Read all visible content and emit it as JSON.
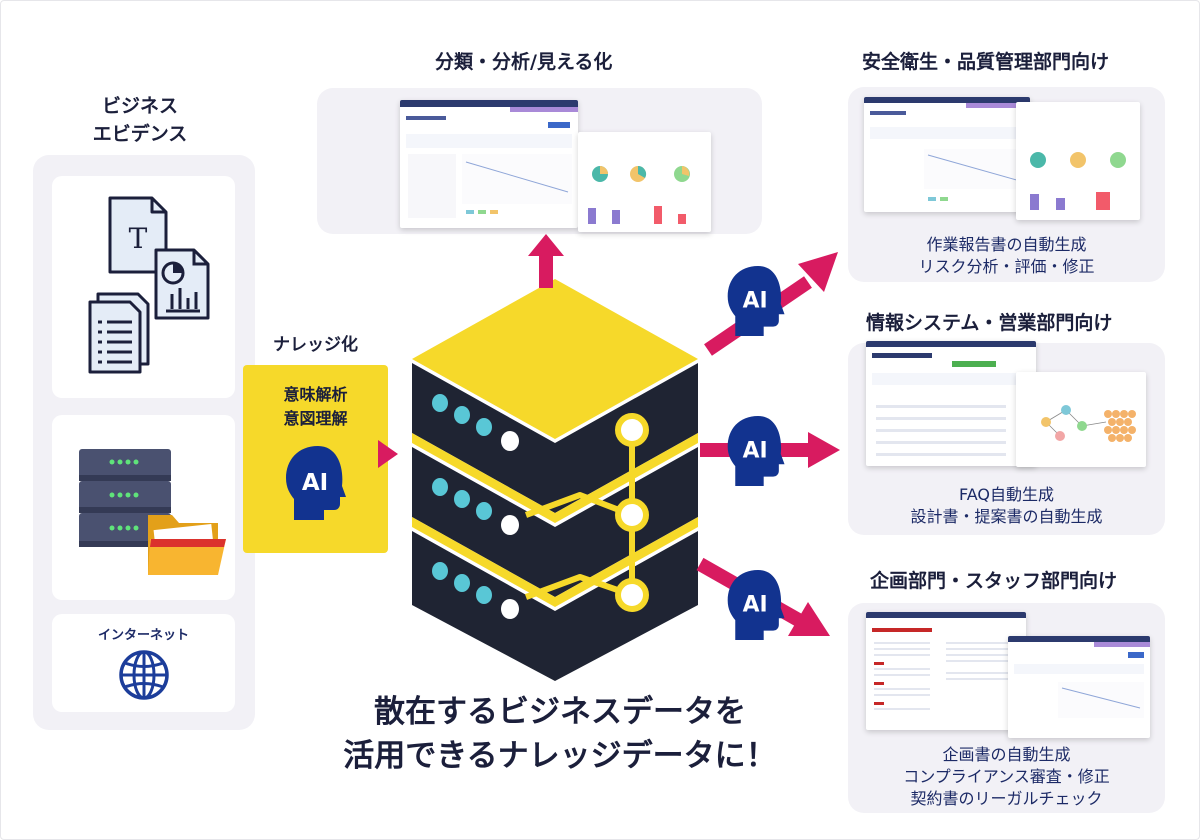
{
  "left": {
    "title_line1": "ビジネス",
    "title_line2": "エビデンス",
    "internet_label": "インターネット"
  },
  "knowledge": {
    "title": "ナレッジ化",
    "line1": "意味解析",
    "line2": "意図理解",
    "ai_label": "AI"
  },
  "top_section": {
    "title": "分類・分析/見える化"
  },
  "right_sections": [
    {
      "title": "安全衛生・品質管理部門向け",
      "line1": "作業報告書の自動生成",
      "line2": "リスク分析・評価・修正"
    },
    {
      "title": "情報システム・営業部門向け",
      "line1": "FAQ自動生成",
      "line2": "設計書・提案書の自動生成"
    },
    {
      "title": "企画部門・スタッフ部門向け",
      "line1": "企画書の自動生成",
      "line2": "コンプライアンス審査・修正",
      "line3": "契約書のリーガルチェック"
    }
  ],
  "ai_badges": [
    "AI",
    "AI",
    "AI"
  ],
  "headline": {
    "line1": "散在するビジネスデータを",
    "line2": "活用できるナレッジデータに！"
  },
  "colors": {
    "navy": "#1c2a66",
    "yellow": "#f6d92a",
    "magenta": "#d81b60",
    "server_dark": "#1f2433",
    "panel_bg": "#f2f1f6"
  }
}
